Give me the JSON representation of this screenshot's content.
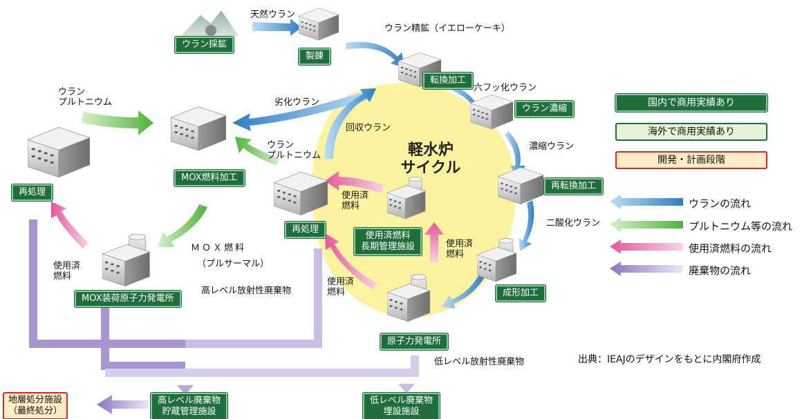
{
  "center": {
    "line1": "軽水炉",
    "line2": "サイクル"
  },
  "facilities": {
    "mining": "ウラン採鉱",
    "refining": "製錬",
    "conversion": "転換加工",
    "enrichment": "ウラン濃縮",
    "reconversion": "再転換加工",
    "fabrication": "成形加工",
    "npp": "原子力発電所",
    "storage_line1": "使用済燃料",
    "storage_line2": "長期管理施設",
    "reprocessing_center": "再処理",
    "mox_fuel_fab": "MOX燃料加工",
    "reprocessing_left": "再処理",
    "mox_npp": "MOX装荷原子力発電所",
    "hlw_line1": "高レベル廃棄物",
    "hlw_line2": "貯蔵管理施設",
    "llw_line1": "低レベル廃棄物",
    "llw_line2": "埋設施設",
    "geo_line1": "地層処分施設",
    "geo_line2": "（最終処分）"
  },
  "flows": {
    "natural_uranium": "天然ウラン",
    "yellowcake": "ウラン精鉱（イエローケーキ）",
    "uf6": "六フッ化ウラン",
    "enriched": "濃縮ウラン",
    "uo2": "二酸化ウラン",
    "recovered": "回収ウラン",
    "depleted": "劣化ウラン",
    "u_pu_1a": "ウラン",
    "u_pu_1b": "プルトニウム",
    "u_pu_2a": "ウラン",
    "u_pu_2b": "プルトニウム",
    "spent_a1": "使用済",
    "spent_a2": "燃料",
    "spent_b1": "使用済",
    "spent_b2": "燃料",
    "spent_c1": "使用済",
    "spent_c2": "燃料",
    "spent_d1": "使用済",
    "spent_d2": "燃料",
    "mox_fuel": "ＭＯＸ燃料",
    "pluthermal": "（プルサーマル）",
    "hlw_waste": "高レベル放射性廃棄物",
    "llw_waste": "低レベル放射性廃棄物"
  },
  "legend": {
    "domestic": "国内で商用実績あり",
    "overseas": "海外で商用実績あり",
    "development": "開発・計画段階",
    "uranium_flow": "ウランの流れ",
    "plutonium_flow": "プルトニウム等の流れ",
    "spent_flow": "使用済燃料の流れ",
    "waste_flow": "廃棄物の流れ"
  },
  "source": "出典：IEAJのデザインをもとに内閣府作成",
  "colors": {
    "uranium": "#3f8fd0",
    "plutonium": "#5fbf4a",
    "spent": "#e86aa5",
    "waste": "#9b84c6",
    "domestic_box": "#1f6e3c",
    "development_border": "#d9262b",
    "core_fill": "#fbf3a0"
  }
}
